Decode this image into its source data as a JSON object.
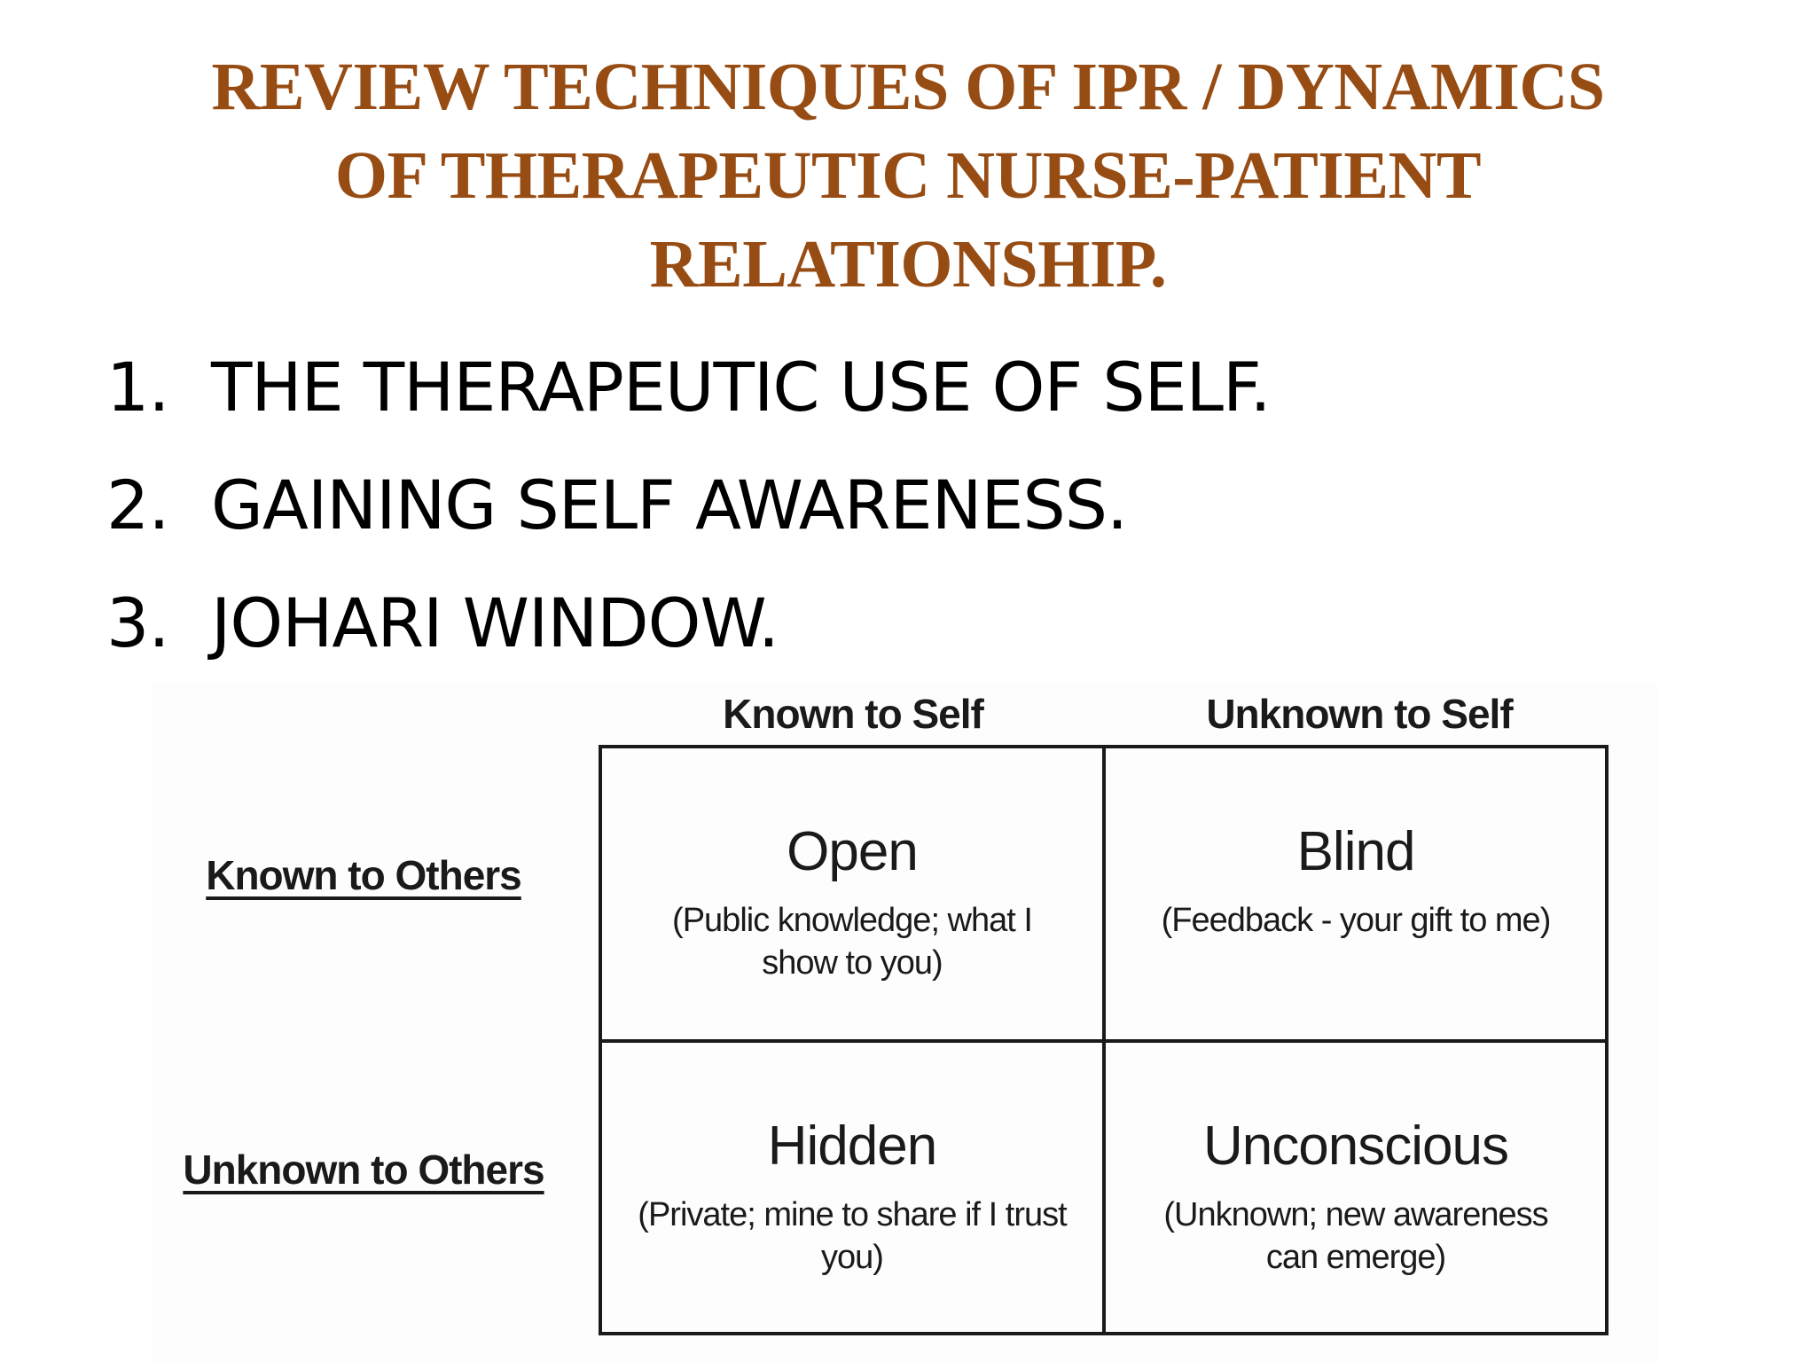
{
  "title": {
    "line1": "REVIEW TECHNIQUES OF IPR / DYNAMICS",
    "line2": "OF THERAPEUTIC NURSE-PATIENT",
    "line3": "RELATIONSHIP."
  },
  "items": [
    {
      "number": "1.",
      "text": "THE THERAPEUTIC USE OF SELF."
    },
    {
      "number": "2.",
      "text": "GAINING SELF AWARENESS."
    },
    {
      "number": "3.",
      "text": "JOHARI WINDOW."
    }
  ],
  "johari": {
    "col_known": "Known to Self",
    "col_unknown": "Unknown to Self",
    "row_known": "Known to Others",
    "row_unknown": "Unknown to Others",
    "open": {
      "title": "Open",
      "desc": "(Public knowledge; what I show to you)"
    },
    "blind": {
      "title": "Blind",
      "desc": "(Feedback - your gift to me)"
    },
    "hidden": {
      "title": "Hidden",
      "desc": "(Private; mine to share if I trust you)"
    },
    "unconscious": {
      "title": "Unconscious",
      "desc": "(Unknown; new awareness can emerge)"
    }
  },
  "colors": {
    "title": "#974c13",
    "text": "#000000",
    "diagram_ink": "#1a1a1a"
  }
}
